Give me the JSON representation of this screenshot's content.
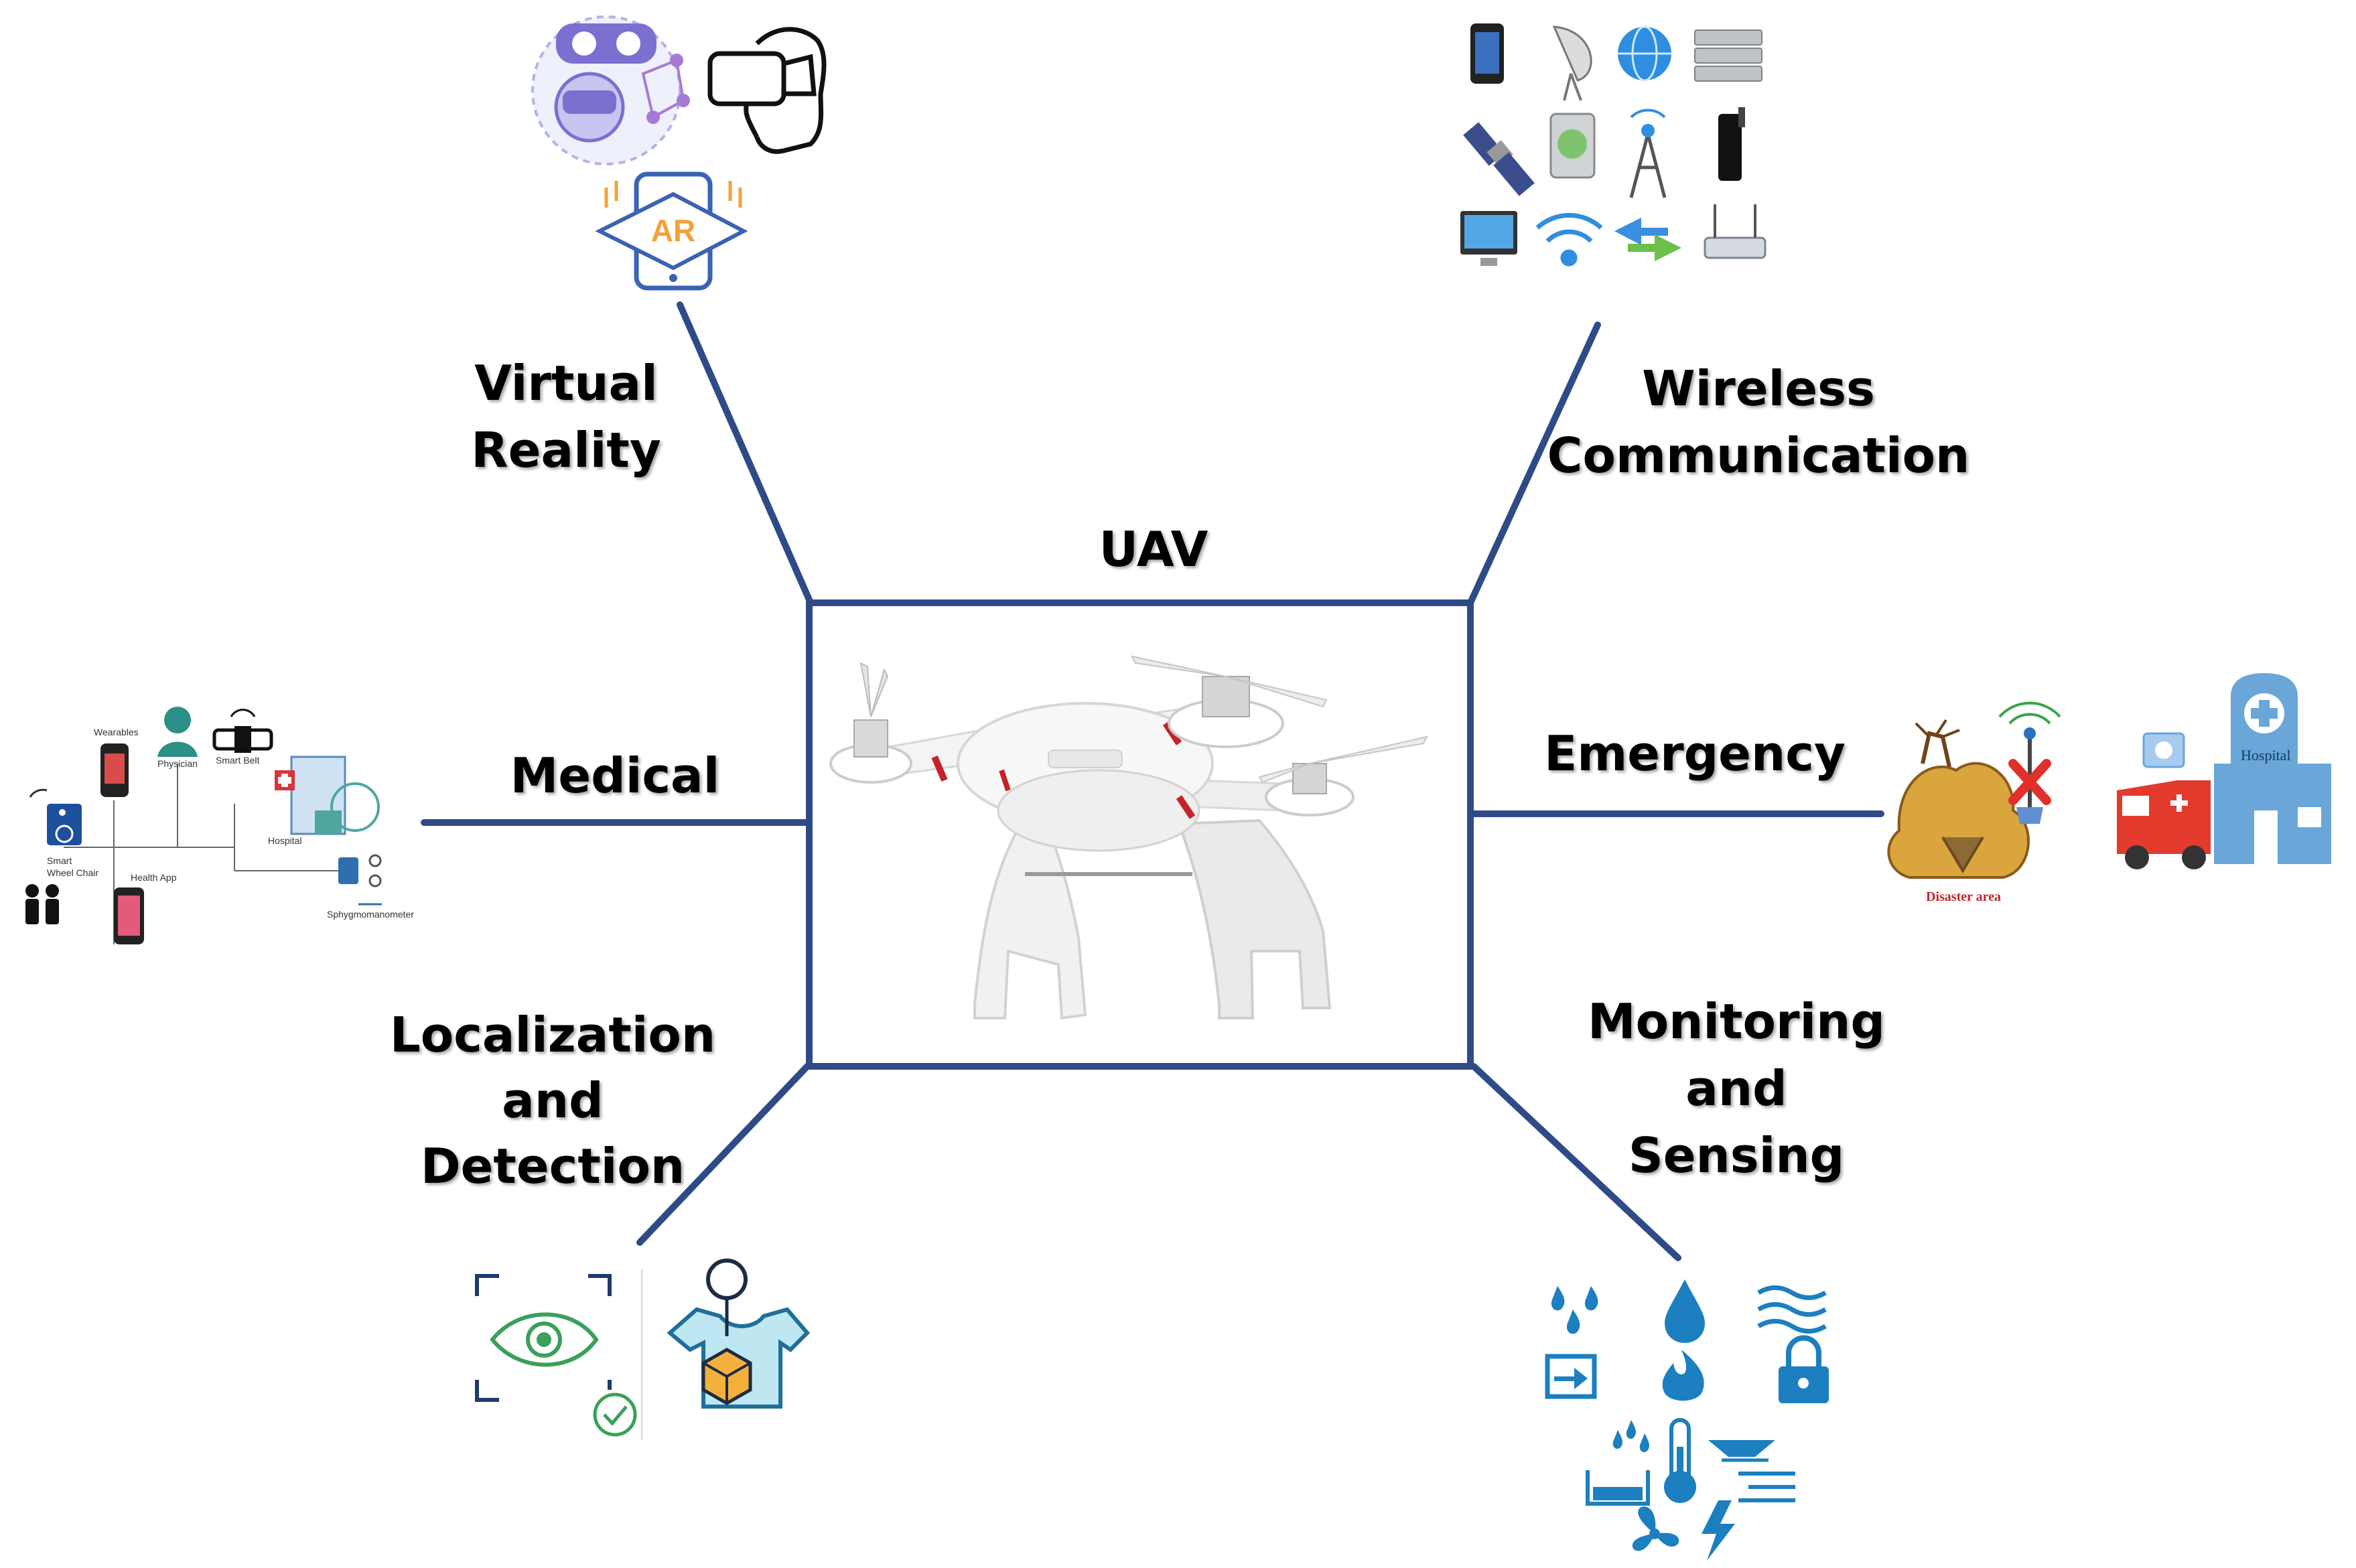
{
  "center": {
    "title": "UAV"
  },
  "branches": {
    "virtual_reality": {
      "lines": [
        "Virtual",
        "Reality"
      ]
    },
    "wireless": {
      "lines": [
        "Wireless",
        "Communication"
      ]
    },
    "medical": {
      "lines": [
        "Medical"
      ]
    },
    "emergency": {
      "lines": [
        "Emergency"
      ]
    },
    "localization": {
      "lines": [
        "Localization",
        "and",
        "Detection"
      ]
    },
    "monitoring": {
      "lines": [
        "Monitoring",
        "and",
        "Sensing"
      ]
    }
  },
  "medical_icons": {
    "wearables": "Wearables",
    "physician": "Physician",
    "smart_belt": "Smart Belt",
    "hospital": "Hospital",
    "smart_wheel_chair_line1": "Smart",
    "smart_wheel_chair_line2": "Wheel Chair",
    "health_app": "Health App",
    "sphygmomanometer": "Sphygmomanometer"
  },
  "vr_icons": {
    "ar_label": "AR"
  },
  "emergency_icons": {
    "disaster_area": "Disaster area",
    "hospital": "Hospital"
  },
  "colors": {
    "connector": "#2f4b87",
    "vr_purple": "#7b6fd0",
    "ar_blue": "#3a63b5",
    "ar_orange": "#f2a23a",
    "icon_blue": "#1c7fc0",
    "hospital_blue": "#6aa6d8",
    "ambulance_red": "#e23b2e",
    "disaster_brown": "#b98a2e"
  }
}
